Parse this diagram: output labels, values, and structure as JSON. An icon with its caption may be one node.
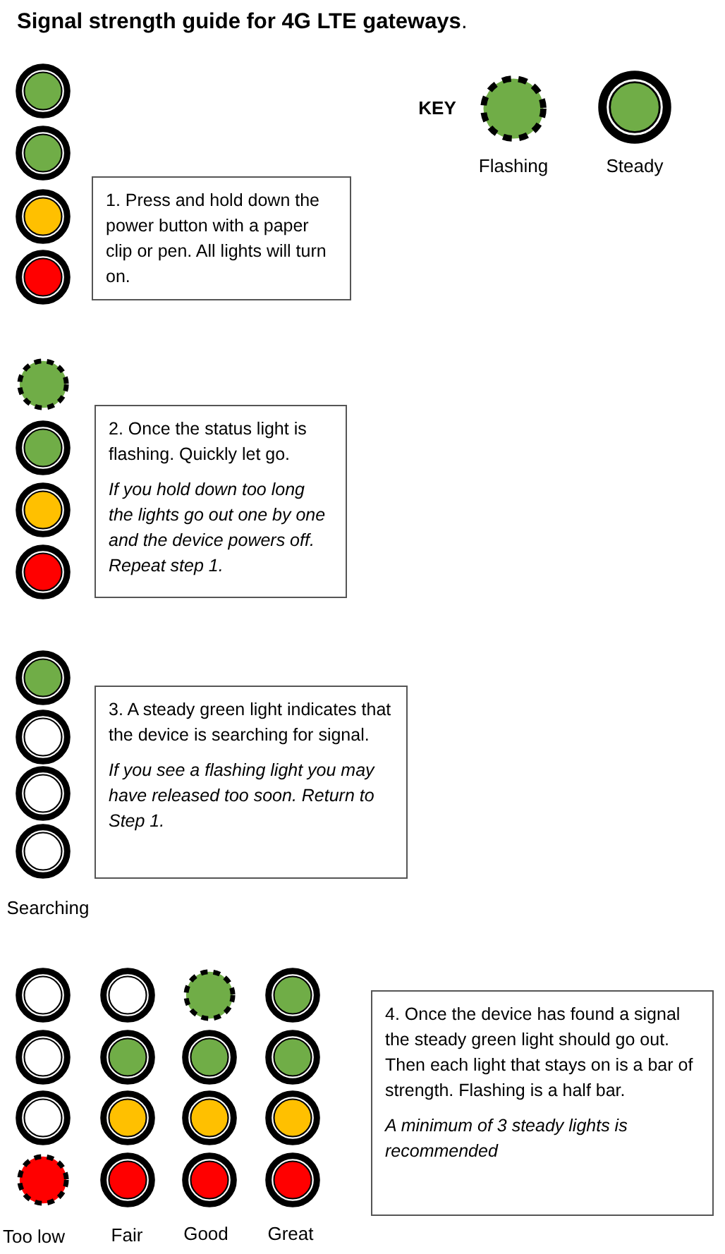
{
  "diagram": {
    "title": "**Signal strength guide for 4G LTE gateways**.",
    "nodes": [
      {
        "text": [],
        "shape": "circle"
      },
      {
        "text": [],
        "shape": "circle"
      },
      {
        "text": [],
        "shape": "circle"
      },
      {
        "text": [],
        "shape": "circle"
      },
      {
        "text": [
          "1. Press and hold down the power button with a paper clip or pen. All lights will turn on."
        ]
      },
      {
        "text": [],
        "shape": "circle"
      },
      {
        "text": [],
        "shape": "circle"
      },
      {
        "text": [],
        "shape": "circle"
      },
      {
        "text": [],
        "shape": "circle"
      },
      {
        "text": [
          "2. Once the status light is flashing. Quickly let go.",
          "If you hold down too long the lights go out one by one and the device powers off. Repeat step 1."
        ]
      },
      {
        "text": [],
        "shape": "circle"
      },
      {
        "text": [],
        "shape": "circle"
      },
      {
        "text": [],
        "shape": "circle"
      },
      {
        "text": [],
        "shape": "circle"
      },
      {
        "text": [
          "3. A steady green light indicates that the device is searching for signal.",
          "If you see a flashing light you may have released too soon. Return to Step 1."
        ]
      },
      {
        "text": [],
        "shape": "circle"
      },
      {
        "text": [],
        "shape": "circle"
      },
      {
        "text": [],
        "shape": "circle"
      },
      {
        "text": [],
        "shape": "circle"
      },
      {
        "text": [],
        "shape": "circle"
      },
      {
        "text": [],
        "shape": "circle"
      },
      {
        "text": [],
        "shape": "circle"
      },
      {
        "text": [],
        "shape": "circle"
      },
      {
        "text": [],
        "shape": "circle"
      },
      {
        "text": [],
        "shape": "circle"
      },
      {
        "text": [],
        "shape": "circle"
      },
      {
        "text": [],
        "shape": "circle"
      },
      {
        "text": [],
        "shape": "circle"
      },
      {
        "text": [],
        "shape": "circle"
      },
      {
        "text": [],
        "shape": "circle"
      },
      {
        "text": [],
        "shape": "circle"
      },
      {
        "text": [
          "4. Once the device has found a signal the steady green light should go out. Then each light that stays on is a bar of strength. Flashing is a half bar.",
          "A minimum of 3 steady lights is recommended"
        ]
      }
    ],
    "edges": [],
    "labels": [
      "KEY",
      "Searching",
      "Too low",
      "Fair",
      "Good",
      "Great"
    ],
    "legend": [
      {
        "text": "Flashing"
      },
      {
        "text": "Steady"
      }
    ]
  }
}
